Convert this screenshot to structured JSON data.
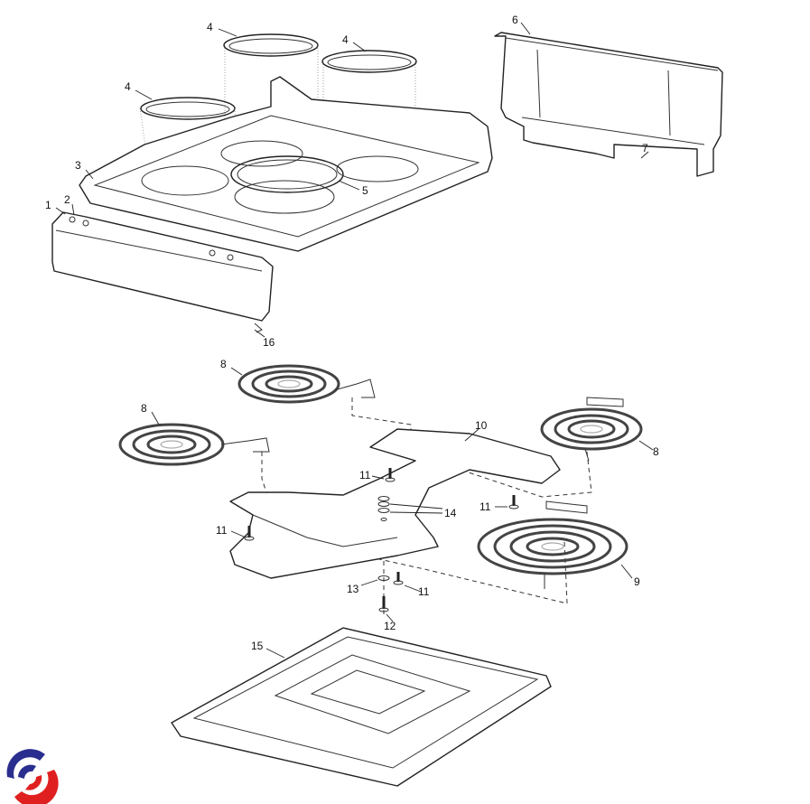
{
  "diagram": {
    "title": "Cooktop exploded parts diagram",
    "callouts": {
      "c1": "1",
      "c2": "2",
      "c3": "3",
      "c4a": "4",
      "c4b": "4",
      "c4c": "4",
      "c5": "5",
      "c6": "6",
      "c7": "7",
      "c8a": "8",
      "c8b": "8",
      "c8c": "8",
      "c9": "9",
      "c10": "10",
      "c11a": "11",
      "c11b": "11",
      "c11c": "11",
      "c11d": "11",
      "c12": "12",
      "c13": "13",
      "c14": "14",
      "c15": "15",
      "c16": "16"
    }
  },
  "logo": {
    "colors": {
      "blue": "#2a2f8f",
      "red": "#e02020"
    }
  }
}
